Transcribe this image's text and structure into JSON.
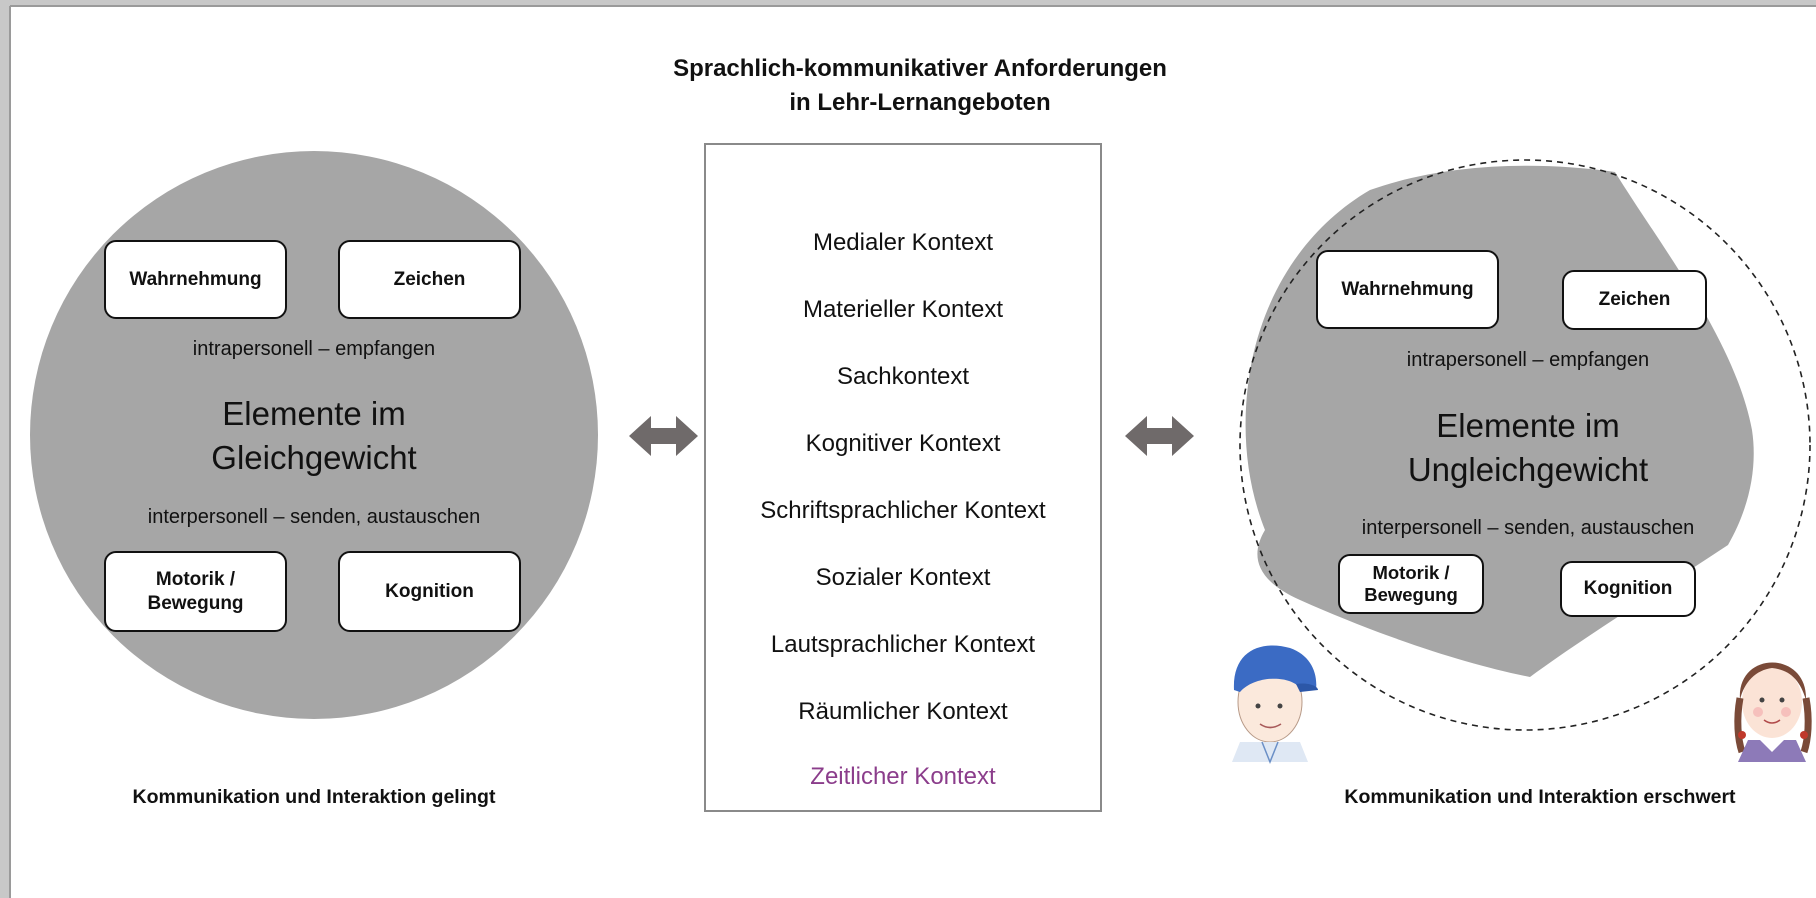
{
  "title": {
    "line1": "Sprachlich-kommunikativer Anforderungen",
    "line2": "in Lehr-Lernangeboten"
  },
  "left": {
    "box_tl": "Wahrnehmung",
    "box_tr": "Zeichen",
    "box_bl_1": "Motorik /",
    "box_bl_2": "Bewegung",
    "box_br": "Kognition",
    "upper_caption": "intrapersonell – empfangen",
    "center_line1": "Elemente im",
    "center_line2": "Gleichgewicht",
    "lower_caption": "interpersonell – senden, austauschen",
    "footer": "Kommunikation und Interaktion gelingt"
  },
  "contexts": [
    "Medialer Kontext",
    "Materieller Kontext",
    "Sachkontext",
    "Kognitiver Kontext",
    "Schriftsprachlicher Kontext",
    "Sozialer Kontext",
    "Lautsprachlicher Kontext",
    "Räumlicher Kontext",
    "Zeitlicher Kontext"
  ],
  "right": {
    "box_tl": "Wahrnehmung",
    "box_tr": "Zeichen",
    "box_bl_1": "Motorik /",
    "box_bl_2": "Bewegung",
    "box_br": "Kognition",
    "upper_caption": "intrapersonell – empfangen",
    "center_line1": "Elemente im",
    "center_line2": "Ungleichgewicht",
    "lower_caption": "interpersonell – senden, austauschen",
    "footer": "Kommunikation und Interaktion erschwert"
  },
  "colors": {
    "circle_fill": "#a6a6a6",
    "arrow": "#6f6a6a",
    "accent_context": "#8b3d8b",
    "panel_border": "#8a8a8a"
  },
  "icons": [
    "double-arrow-left",
    "double-arrow-right",
    "boy-illustration",
    "girl-illustration"
  ]
}
